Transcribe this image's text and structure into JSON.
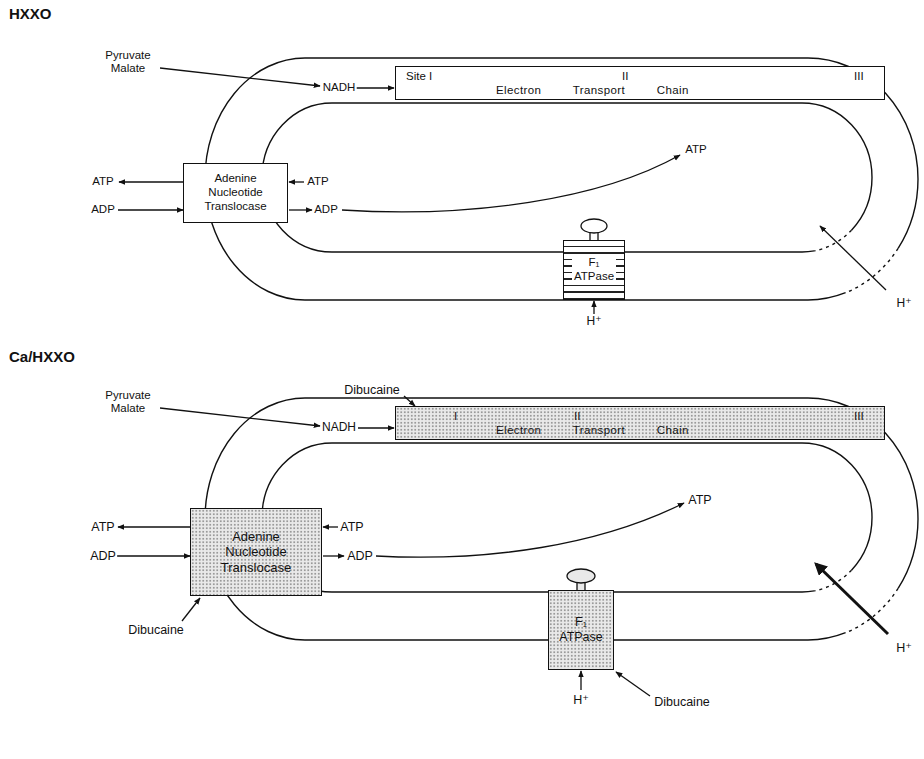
{
  "diagram": {
    "nodes": [
      {
        "text": [
          "Site I",
          "II",
          "III",
          "Electron Transport Chain"
        ]
      },
      {
        "text": [
          "Adenine Nucleotide Translocase"
        ]
      },
      {
        "text": [
          "F₁ ATPase"
        ]
      },
      {
        "text": [
          "I",
          "II",
          "III",
          "Electron Transport Chain"
        ]
      },
      {
        "text": [
          "Adenine Nucleotide Translocase"
        ]
      },
      {
        "text": [
          "F₁ ATPase"
        ]
      }
    ],
    "labels": [
      "HXXO",
      "Pyruvate Malate",
      "NADH",
      "ATP",
      "ADP",
      "ATP",
      "ADP",
      "ATP",
      "H⁺",
      "H⁺",
      "Ca/HXXO",
      "Pyruvate Malate",
      "Dibucaine",
      "NADH",
      "ATP",
      "ADP",
      "ATP",
      "ADP",
      "ATP",
      "H⁺",
      "Dibucaine",
      "H⁺",
      "Dibucaine"
    ]
  }
}
